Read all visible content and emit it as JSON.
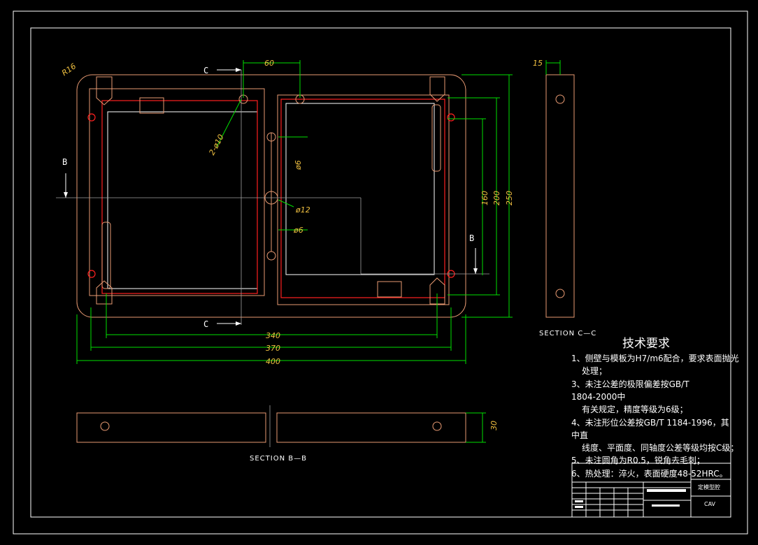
{
  "main_view": {
    "section_c_top": "C",
    "section_c_bottom": "C",
    "section_b_left": "B",
    "section_b_right": "B",
    "dim_radius": "R16",
    "dim_60": "60",
    "dim_hole_2x10": "2-ø10",
    "dim_phi6_upper": "ø6",
    "dim_phi12": "ø12",
    "dim_phi6_lower": "ø6",
    "dim_160": "160",
    "dim_200": "200",
    "dim_250": "250",
    "dim_340": "340",
    "dim_370": "370",
    "dim_400": "400"
  },
  "section_cc": {
    "label": "SECTION C—C",
    "dim_15": "15"
  },
  "section_bb": {
    "label": "SECTION B—B",
    "dim_30": "30"
  },
  "tech_req": {
    "title": "技术要求",
    "lines": [
      "1、侧壁与模板为H7/m6配合，要求表面抛光",
      "处理；",
      "3、未注公差的极限偏差按GB/T",
      "1804-2000中",
      "有关规定，精度等级为6级；",
      "4、未注形位公差按GB/T 1184-1996，其",
      "中直",
      "线度、平面度、同轴度公差等级均按C级；",
      "5、未注圆角为R0.5，锐角去毛刺；",
      "6、热处理：淬火，表面硬度48-52HRC。"
    ]
  },
  "title_block": {
    "part_name": "定模型腔",
    "logo": "CAV"
  },
  "colors": {
    "background": "#000000",
    "border": "#ffffff",
    "dimension": "#00e000",
    "outline": "#e89a72",
    "cavity": "#ff2020",
    "dim_text": "#f0c040"
  }
}
